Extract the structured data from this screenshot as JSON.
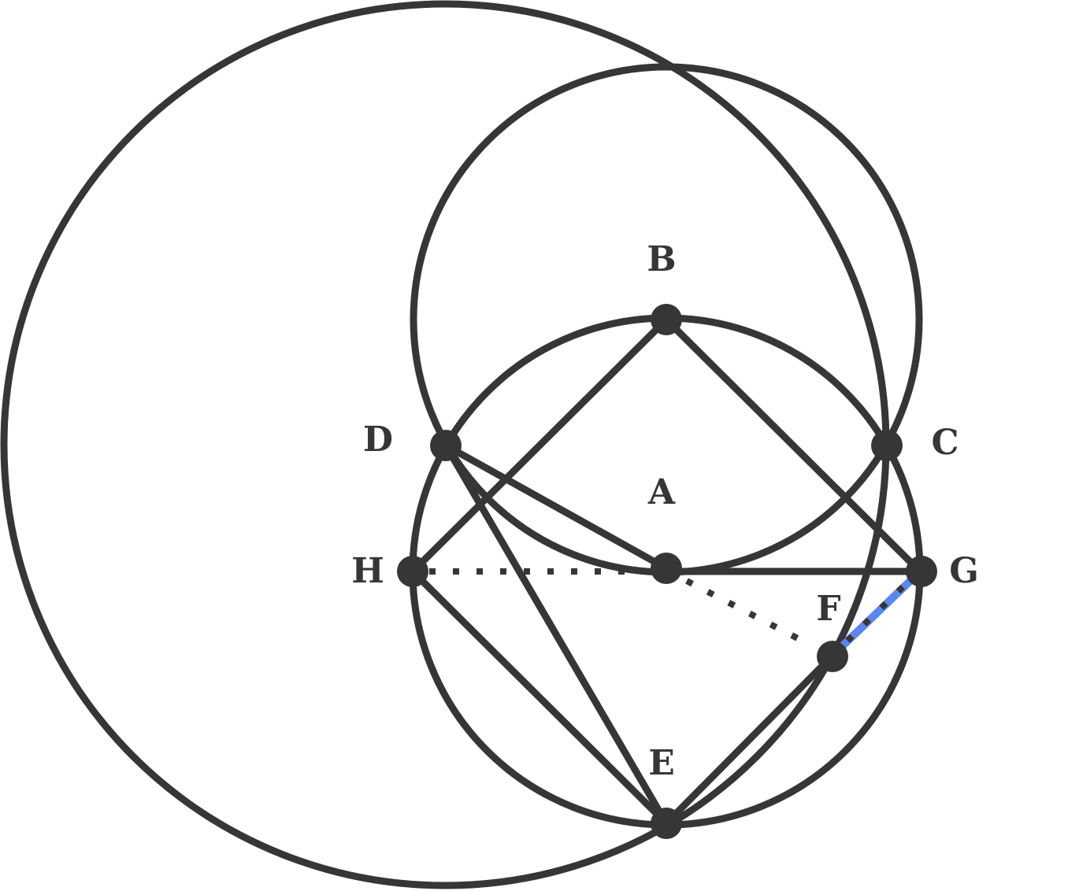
{
  "labels": {
    "A": "A",
    "B": "B",
    "C": "C",
    "D": "D",
    "E": "E",
    "F": "F",
    "G": "G",
    "H": "H"
  },
  "colors": {
    "stroke": "#363636",
    "highlight": "#5b86f0",
    "background": "#ffffff"
  }
}
